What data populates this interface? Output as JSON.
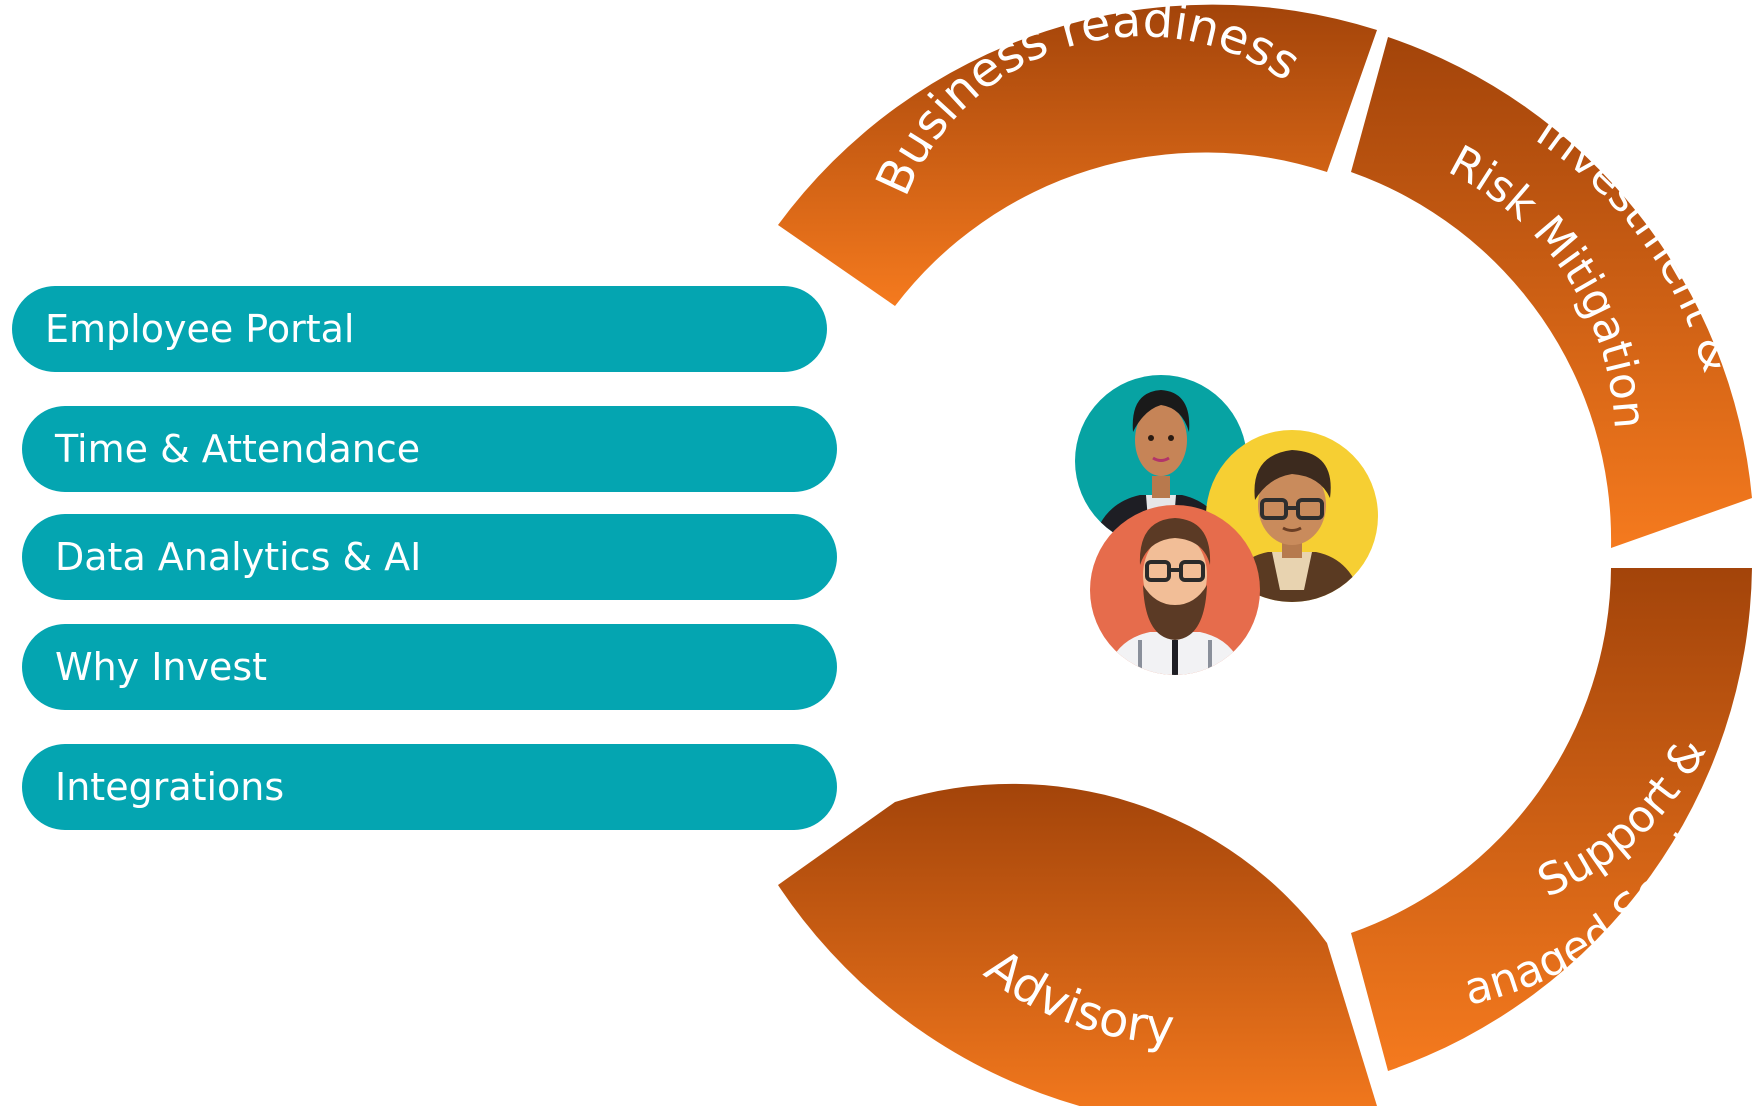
{
  "colors": {
    "pill": "#04A5B1",
    "segment_dark": "#A3440A",
    "segment_light": "#F57A1E",
    "label": "#FFFFFF"
  },
  "menu": [
    {
      "label": "Employee Portal"
    },
    {
      "label": "Time & Attendance"
    },
    {
      "label": "Data Analytics & AI"
    },
    {
      "label": "Why Invest"
    },
    {
      "label": "Integrations"
    }
  ],
  "ring": {
    "top": {
      "line1": "Business readiness"
    },
    "right_upper": {
      "line1": "Investment &",
      "line2": "Risk Mitigation"
    },
    "right_lower": {
      "line1": "Support &",
      "line2": "Managed Services"
    },
    "bottom": {
      "line1": "Advisory"
    }
  },
  "center": {
    "avatars": [
      "woman-avatar",
      "glasses-man-avatar",
      "bearded-man-avatar"
    ]
  }
}
